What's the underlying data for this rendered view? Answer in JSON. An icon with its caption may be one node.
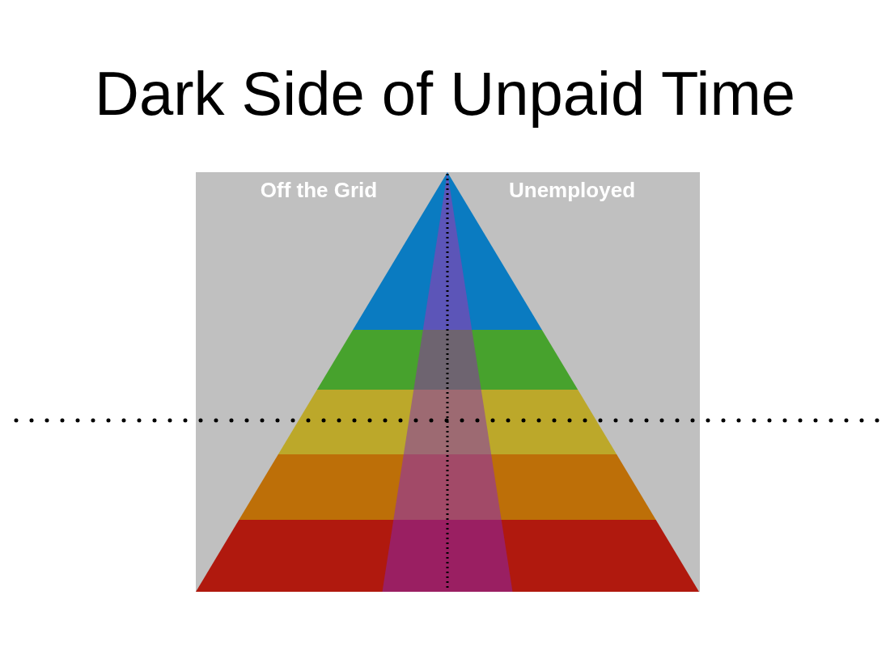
{
  "diagram": {
    "title": "Dark Side of Unpaid Time",
    "labels": [
      "Off the Grid",
      "Unemployed"
    ]
  }
}
